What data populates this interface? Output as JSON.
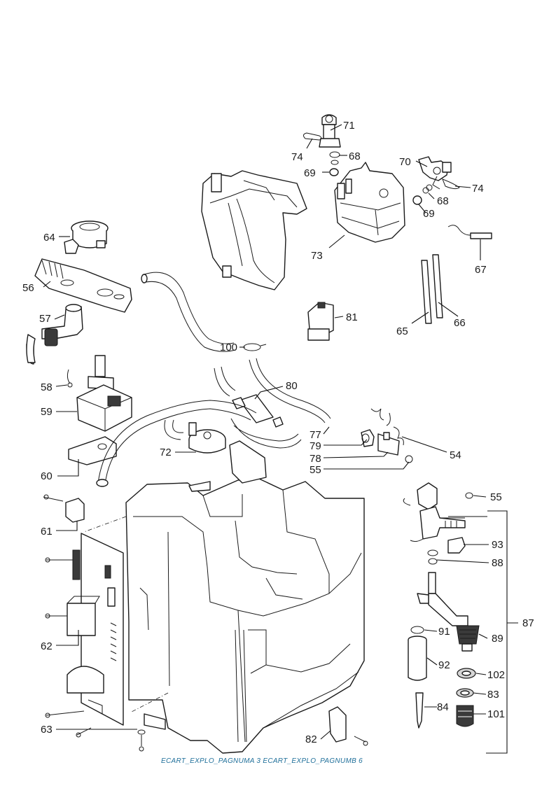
{
  "callouts": {
    "c71": "71",
    "c74a": "74",
    "c68a": "68",
    "c69a": "69",
    "c70": "70",
    "c74b": "74",
    "c68b": "68",
    "c69b": "69",
    "c73": "73",
    "c67": "67",
    "c64": "64",
    "c56": "56",
    "c57": "57",
    "c81": "81",
    "c65": "65",
    "c66": "66",
    "c100": "100",
    "c80": "80",
    "c58": "58",
    "c59": "59",
    "c77": "77",
    "c79": "79",
    "c78": "78",
    "c55a": "55",
    "c54": "54",
    "c72": "72",
    "c60": "60",
    "c61": "61",
    "c55b": "55",
    "c93": "93",
    "c88": "88",
    "c87": "87",
    "c89": "89",
    "c91": "91",
    "c92": "92",
    "c102": "102",
    "c83": "83",
    "c84": "84",
    "c101": "101",
    "c62": "62",
    "c63": "63",
    "c82": "82"
  },
  "footer_text": "ECART_EXPLO_PAGNUMA 3 ECART_EXPLO_PAGNUMB 6",
  "colors": {
    "line": "#1a1a1a",
    "footer": "#1f6f9a",
    "fill_gray": "#d6d6d6"
  }
}
